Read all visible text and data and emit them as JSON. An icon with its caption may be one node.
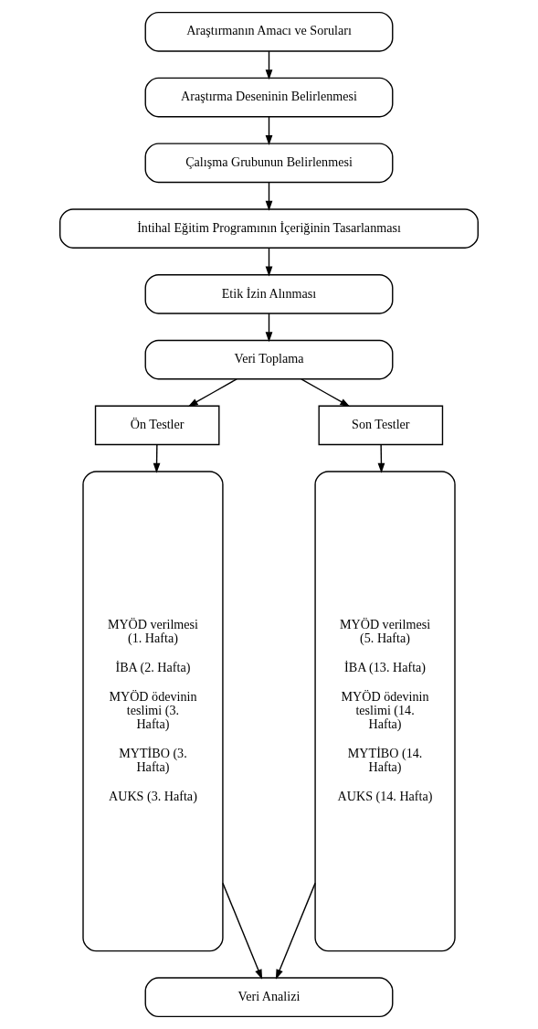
{
  "diagram": {
    "nodes": [
      {
        "text": [
          "Araştırmanın Amacı ve Soruları"
        ]
      },
      {
        "text": [
          "Araştırma Deseninin Belirlenmesi"
        ]
      },
      {
        "text": [
          "Çalışma Grubunun Belirlenmesi"
        ]
      },
      {
        "text": [
          "İntihal Eğitim Programının İçeriğinin Tasarlanması"
        ]
      },
      {
        "text": [
          "Etik İzin Alınması"
        ]
      },
      {
        "text": [
          "Veri Toplama"
        ]
      },
      {
        "text": [
          "Ön Testler"
        ]
      },
      {
        "text": [
          "Son Testler"
        ]
      },
      {
        "text": [
          "MYÖD verilmesi (1. Hafta)",
          "İBA (2. Hafta)",
          "MYÖD ödevinin teslimi (3. Hafta)",
          "MYTİBO (3. Hafta)",
          "AUKS (3. Hafta)"
        ]
      },
      {
        "text": [
          "MYÖD verilmesi (5. Hafta)",
          "İBA (13. Hafta)",
          "MYÖD ödevinin teslimi (14. Hafta)",
          "MYTİBO (14. Hafta)",
          "AUKS (14. Hafta)"
        ]
      },
      {
        "text": [
          "Veri Analizi"
        ]
      }
    ],
    "edges": [
      {
        "from": 0,
        "to": 1,
        "arrow": "to"
      },
      {
        "from": 1,
        "to": 2,
        "arrow": "to"
      },
      {
        "from": 2,
        "to": 3,
        "arrow": "to"
      },
      {
        "from": 3,
        "to": 4,
        "arrow": "to"
      },
      {
        "from": 4,
        "to": 5,
        "arrow": "to"
      },
      {
        "from": 5,
        "to": 6,
        "arrow": "to"
      },
      {
        "from": 5,
        "to": 7,
        "arrow": "to"
      },
      {
        "from": 6,
        "to": 8,
        "arrow": "to"
      },
      {
        "from": 7,
        "to": 9,
        "arrow": "to"
      },
      {
        "from": 8,
        "to": 10,
        "arrow": "to"
      },
      {
        "from": 9,
        "to": 10,
        "arrow": "to"
      }
    ]
  }
}
